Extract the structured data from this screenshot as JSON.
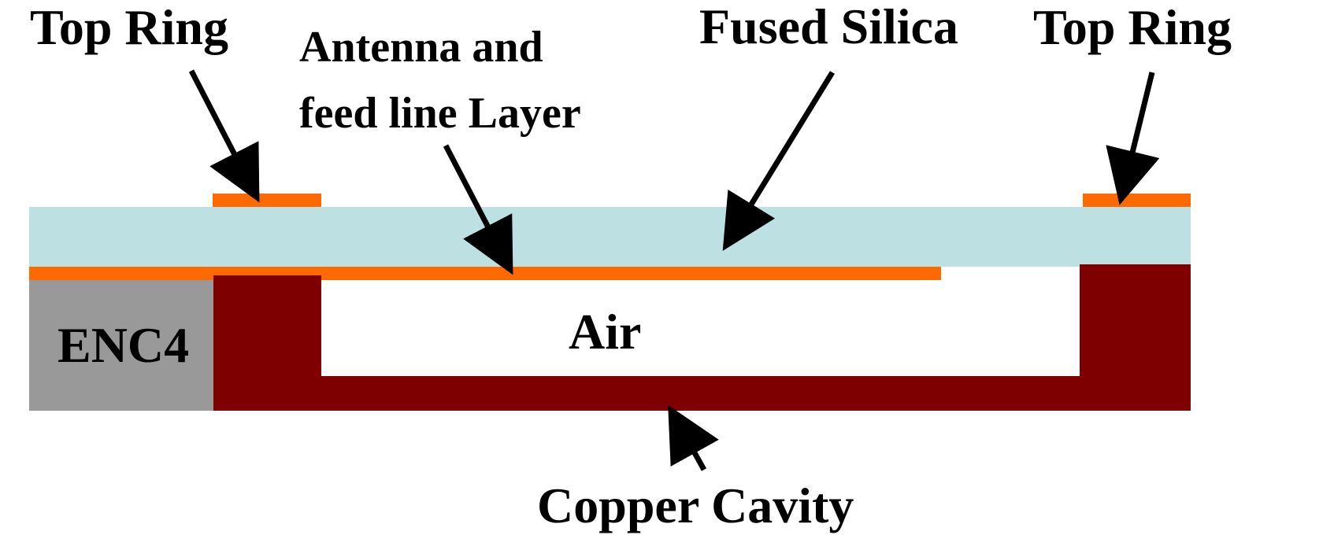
{
  "labels": {
    "top_ring_left": "Top Ring",
    "antenna_line1": "Antenna and",
    "antenna_line2": "feed line Layer",
    "fused_silica": "Fused Silica",
    "top_ring_right": "Top Ring",
    "enc4": "ENC4",
    "air": "Air",
    "copper_cavity": "Copper Cavity"
  },
  "colors": {
    "background": "#ffffff",
    "fused_silica": "#bde0e2",
    "metal_layer": "#ff6a00",
    "copper": "#7f0000",
    "enc4": "#999999",
    "air": "#ffffff",
    "text": "#000000",
    "arrow": "#000000"
  }
}
